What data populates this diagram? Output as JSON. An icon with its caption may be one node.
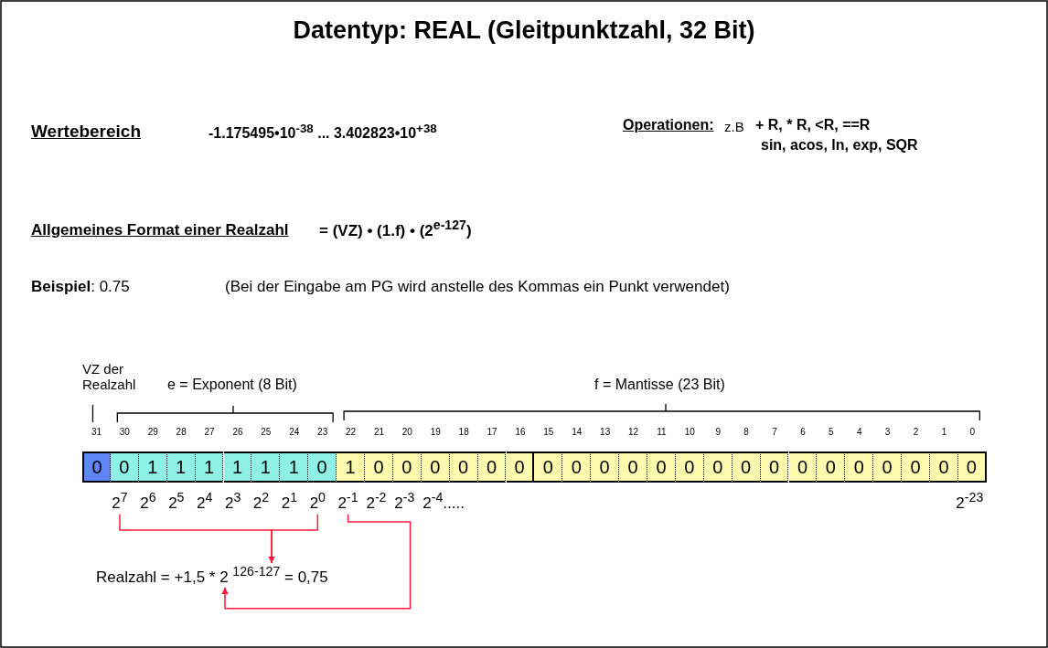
{
  "diagram": {
    "title": "Datentyp: REAL (Gleitpunktzahl, 32 Bit)",
    "nodes": [
      {
        "text": [
          "0"
        ]
      },
      {
        "text": [
          "0"
        ]
      },
      {
        "text": [
          "1"
        ]
      },
      {
        "text": [
          "1"
        ]
      },
      {
        "text": [
          "1"
        ]
      },
      {
        "text": [
          "1"
        ]
      },
      {
        "text": [
          "1"
        ]
      },
      {
        "text": [
          "1"
        ]
      },
      {
        "text": [
          "0"
        ]
      },
      {
        "text": [
          "1"
        ]
      },
      {
        "text": [
          "0"
        ]
      },
      {
        "text": [
          "0"
        ]
      },
      {
        "text": [
          "0"
        ]
      },
      {
        "text": [
          "0"
        ]
      },
      {
        "text": [
          "0"
        ]
      },
      {
        "text": [
          "0"
        ]
      },
      {
        "text": [
          "0"
        ]
      },
      {
        "text": [
          "0"
        ]
      },
      {
        "text": [
          "0"
        ]
      },
      {
        "text": [
          "0"
        ]
      },
      {
        "text": [
          "0"
        ]
      },
      {
        "text": [
          "0"
        ]
      },
      {
        "text": [
          "0"
        ]
      },
      {
        "text": [
          "0"
        ]
      },
      {
        "text": [
          "0"
        ]
      },
      {
        "text": [
          "0"
        ]
      },
      {
        "text": [
          "0"
        ]
      },
      {
        "text": [
          "0"
        ]
      },
      {
        "text": [
          "0"
        ]
      },
      {
        "text": [
          "0"
        ]
      },
      {
        "text": [
          "0"
        ]
      },
      {
        "text": [
          "0"
        ]
      },
      {
        "text": [
          "2$^{7}$"
        ]
      },
      {
        "text": [
          "2$^{0}$"
        ]
      },
      {
        "text": [
          "2$^{-1}$"
        ]
      },
      {
        "text": [
          "Realzahl = +1,5 * 2 $^{126-127}$ = 0,75"
        ]
      }
    ],
    "edges": [
      {
        "from": 32,
        "to": 35,
        "arrow": "to"
      },
      {
        "from": 33,
        "to": 35,
        "arrow": "to"
      },
      {
        "from": 34,
        "to": 35,
        "arrow": "to"
      }
    ],
    "labels": [
      "Wertebereich",
      "-1.175495•10$^{-38}$ ... 3.402823•10$^{+38}$",
      "Operationen:",
      "z.B",
      "+ R, * R, <R, ==R",
      "sin, acos, ln, exp, SQR",
      "Allgemeines Format einer Realzahl",
      "= (VZ) • (1.f) • (2$^{e-127}$)",
      "**Beispiel**: 0.75",
      "(Bei der Eingabe am PG wird anstelle des Kommas ein Punkt verwendet)",
      "VZ der Realzahl",
      "e = Exponent (8 Bit)",
      "f = Mantisse (23 Bit)",
      "31",
      "30",
      "29",
      "28",
      "27",
      "26",
      "25",
      "24",
      "23",
      "22",
      "21",
      "20",
      "19",
      "18",
      "17",
      "16",
      "15",
      "14",
      "13",
      "12",
      "11",
      "10",
      "9",
      "8",
      "7",
      "6",
      "5",
      "4",
      "3",
      "2",
      "1",
      "0",
      "2$^{6}$",
      "2$^{5}$",
      "2$^{4}$",
      "2$^{3}$",
      "2$^{2}$",
      "2$^{1}$",
      "2$^{-2}$",
      "2$^{-3}$",
      "2$^{-4}$.....",
      "2$^{-23}$"
    ]
  }
}
